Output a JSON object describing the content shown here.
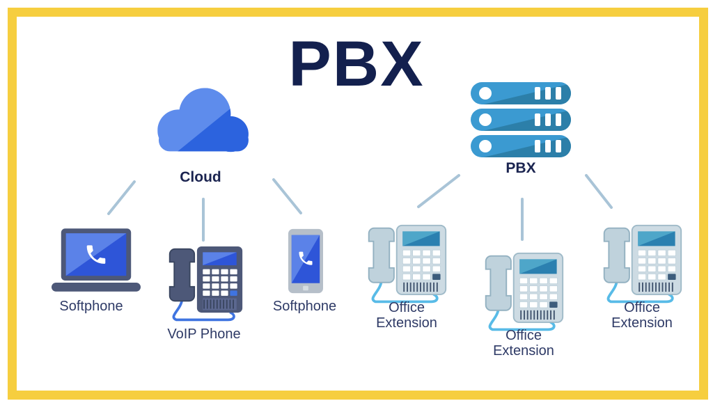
{
  "title": "PBX",
  "hubs": {
    "cloud": {
      "label": "Cloud"
    },
    "pbx": {
      "label": "PBX"
    }
  },
  "devices": [
    {
      "id": "softphone-laptop",
      "label": "Softphone",
      "type": "laptop"
    },
    {
      "id": "voip-phone",
      "label": "VoIP Phone",
      "type": "desk-phone-dark"
    },
    {
      "id": "softphone-mobile",
      "label": "Softphone",
      "type": "smartphone"
    },
    {
      "id": "office-extension-1",
      "label": "Office Extension",
      "type": "desk-phone-light"
    },
    {
      "id": "office-extension-2",
      "label": "Office Extension",
      "type": "desk-phone-light"
    },
    {
      "id": "office-extension-3",
      "label": "Office Extension",
      "type": "desk-phone-light"
    }
  ],
  "connections": [
    {
      "from": "cloud",
      "to": "softphone-laptop"
    },
    {
      "from": "cloud",
      "to": "voip-phone"
    },
    {
      "from": "cloud",
      "to": "softphone-mobile"
    },
    {
      "from": "pbx",
      "to": "office-extension-1"
    },
    {
      "from": "pbx",
      "to": "office-extension-2"
    },
    {
      "from": "pbx",
      "to": "office-extension-3"
    }
  ],
  "colors": {
    "border_yellow": "#F6CE3F",
    "title_navy": "#13204E",
    "label_navy": "#2E3A66",
    "connector_blue_gray": "#A9C4D7",
    "cloud_light": "#5E8CEC",
    "cloud_dark": "#2C63DE",
    "server_blue": "#3B9AD1",
    "server_shade": "#2C7FA9",
    "device_slate": "#4D5878",
    "screen_blue_dark": "#2E55D8",
    "screen_blue_light": "#5B82E8",
    "office_phone_light": "#CDDBE3",
    "cord_blue": "#3F74E0",
    "cord_sky": "#58BBE7"
  }
}
